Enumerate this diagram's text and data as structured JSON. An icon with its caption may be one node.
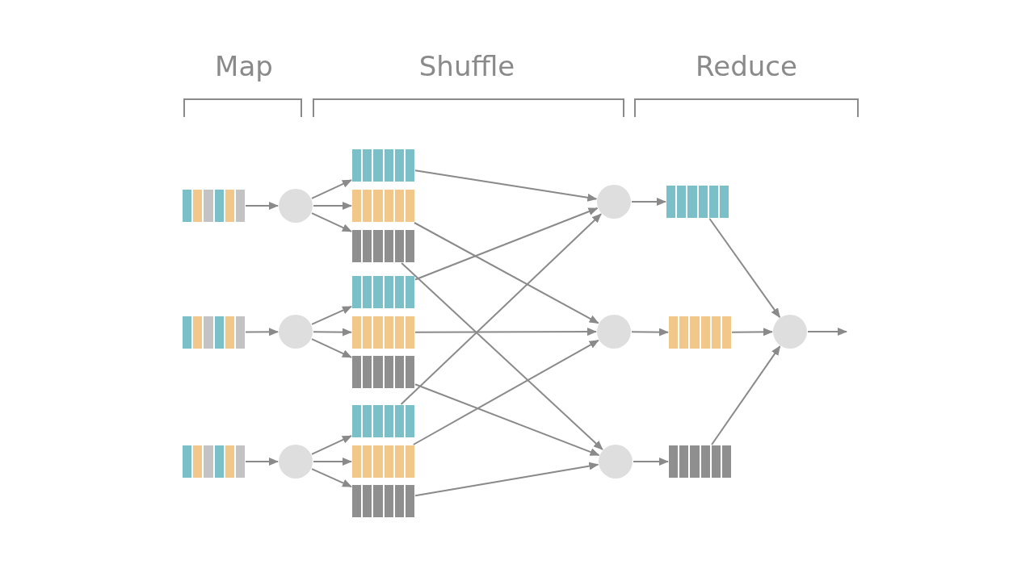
{
  "diagram": {
    "nodes": [
      {
        "text": [],
        "shape": "bar"
      },
      {
        "text": [],
        "shape": "bar"
      },
      {
        "text": [],
        "shape": "bar"
      },
      {
        "text": [],
        "shape": "circle"
      },
      {
        "text": [],
        "shape": "circle"
      },
      {
        "text": [],
        "shape": "circle"
      },
      {
        "text": [],
        "shape": "bar"
      },
      {
        "text": [],
        "shape": "bar"
      },
      {
        "text": [],
        "shape": "bar"
      },
      {
        "text": [],
        "shape": "bar"
      },
      {
        "text": [],
        "shape": "bar"
      },
      {
        "text": [],
        "shape": "bar"
      },
      {
        "text": [],
        "shape": "bar"
      },
      {
        "text": [],
        "shape": "bar"
      },
      {
        "text": [],
        "shape": "bar"
      },
      {
        "text": [],
        "shape": "circle"
      },
      {
        "text": [],
        "shape": "circle"
      },
      {
        "text": [],
        "shape": "circle"
      },
      {
        "text": [],
        "shape": "bar"
      },
      {
        "text": [],
        "shape": "bar"
      },
      {
        "text": [],
        "shape": "bar"
      },
      {
        "text": [],
        "shape": "circle"
      }
    ],
    "edges": [
      {
        "from": 0,
        "to": 3,
        "arrow": "to"
      },
      {
        "from": 1,
        "to": 4,
        "arrow": "to"
      },
      {
        "from": 2,
        "to": 5,
        "arrow": "to"
      },
      {
        "from": 3,
        "to": 6,
        "arrow": "to"
      },
      {
        "from": 3,
        "to": 7,
        "arrow": "to"
      },
      {
        "from": 3,
        "to": 8,
        "arrow": "to"
      },
      {
        "from": 4,
        "to": 9,
        "arrow": "to"
      },
      {
        "from": 4,
        "to": 10,
        "arrow": "to"
      },
      {
        "from": 4,
        "to": 11,
        "arrow": "to"
      },
      {
        "from": 5,
        "to": 12,
        "arrow": "to"
      },
      {
        "from": 5,
        "to": 13,
        "arrow": "to"
      },
      {
        "from": 5,
        "to": 14,
        "arrow": "to"
      },
      {
        "from": 6,
        "to": 15,
        "arrow": "to"
      },
      {
        "from": 7,
        "to": 16,
        "arrow": "to"
      },
      {
        "from": 8,
        "to": 17,
        "arrow": "to"
      },
      {
        "from": 9,
        "to": 15,
        "arrow": "to"
      },
      {
        "from": 10,
        "to": 16,
        "arrow": "to"
      },
      {
        "from": 11,
        "to": 17,
        "arrow": "to"
      },
      {
        "from": 12,
        "to": 15,
        "arrow": "to"
      },
      {
        "from": 13,
        "to": 16,
        "arrow": "to"
      },
      {
        "from": 14,
        "to": 17,
        "arrow": "to"
      },
      {
        "from": 15,
        "to": 18,
        "arrow": "to"
      },
      {
        "from": 16,
        "to": 19,
        "arrow": "to"
      },
      {
        "from": 17,
        "to": 20,
        "arrow": "to"
      },
      {
        "from": 18,
        "to": 21,
        "arrow": "to"
      },
      {
        "from": 19,
        "to": 21,
        "arrow": "to"
      },
      {
        "from": 20,
        "to": 21,
        "arrow": "to"
      },
      {
        "from": 21,
        "to": null,
        "arrow": "to"
      }
    ],
    "labels": [
      "Map",
      "Shuffle",
      "Reduce"
    ]
  }
}
